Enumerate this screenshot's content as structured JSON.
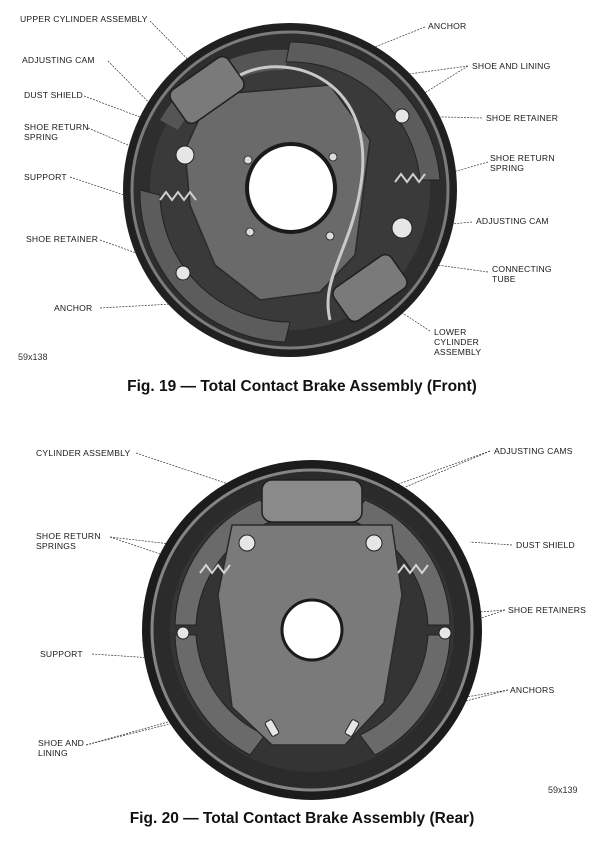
{
  "fig19": {
    "code": "59x138",
    "caption": "Fig. 19 — Total Contact Brake Assembly (Front)",
    "labels": {
      "upper_cylinder_assembly": "UPPER CYLINDER ASSEMBLY",
      "adjusting_cam_left": "ADJUSTING CAM",
      "dust_shield": "DUST SHIELD",
      "shoe_return_spring_left": "SHOE RETURN SPRING",
      "support": "SUPPORT",
      "shoe_retainer_left": "SHOE RETAINER",
      "anchor_bottom": "ANCHOR",
      "anchor_top": "ANCHOR",
      "shoe_and_lining": "SHOE AND LINING",
      "shoe_retainer_right": "SHOE RETAINER",
      "shoe_return_spring_right": "SHOE RETURN SPRING",
      "adjusting_cam_right": "ADJUSTING CAM",
      "connecting_tube": "CONNECTING TUBE",
      "lower_cylinder_assembly": "LOWER CYLINDER ASSEMBLY"
    }
  },
  "fig20": {
    "code": "59x139",
    "caption": "Fig. 20 — Total Contact Brake Assembly (Rear)",
    "labels": {
      "cylinder_assembly": "CYLINDER ASSEMBLY",
      "shoe_return_springs": "SHOE RETURN SPRINGS",
      "support": "SUPPORT",
      "shoe_and_lining": "SHOE AND LINING",
      "adjusting_cams": "ADJUSTING CAMS",
      "dust_shield": "DUST SHIELD",
      "shoe_retainers": "SHOE RETAINERS",
      "anchors": "ANCHORS"
    }
  }
}
